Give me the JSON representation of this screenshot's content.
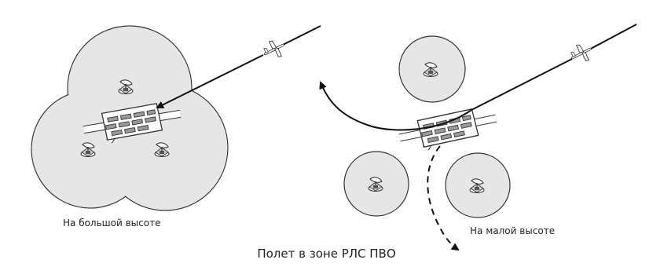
{
  "labels": {
    "high_altitude": "На большой высоте",
    "low_altitude": "На малой высоте"
  },
  "caption": "Полет в зоне РЛС ПВО",
  "colors": {
    "coverage_fill": "#e6e6e6",
    "outline": "#333333",
    "path": "#111111",
    "building": "#9a9a9a"
  },
  "icons": [
    "radar-icon",
    "aircraft-icon",
    "airfield-icon"
  ]
}
